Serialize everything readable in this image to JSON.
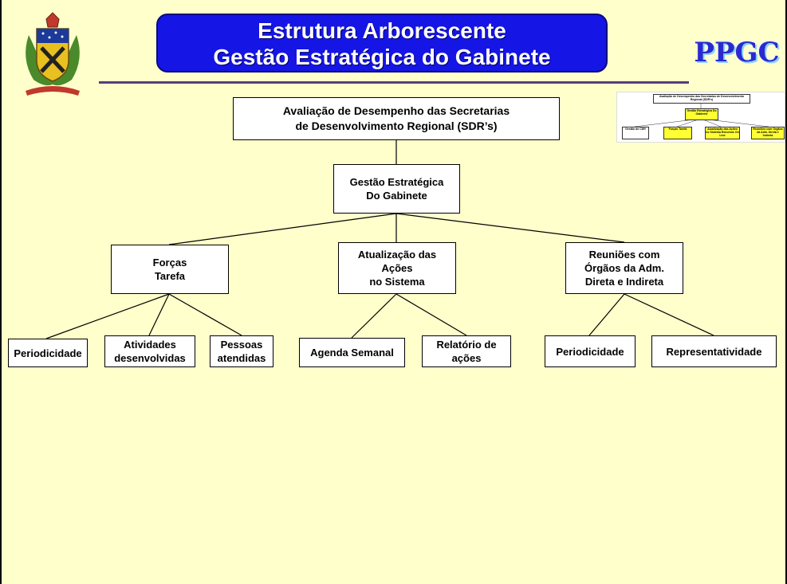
{
  "title": {
    "line1": "Estrutura Arborescente",
    "line2": "Gestão Estratégica do Gabinete"
  },
  "logos": {
    "left": "university-crest",
    "right_text": "PPGC"
  },
  "colors": {
    "background": "#ffffcc",
    "banner": "#1515e6",
    "rule": "#5a3d7a",
    "node_fill": "#ffffff",
    "thumb_highlight": "#ffff33"
  },
  "tree": {
    "root": "Avaliação de Desempenho das Secretarias\nde Desenvolvimento Regional (SDR’s)",
    "level1": "Gestão Estratégica\nDo Gabinete",
    "branches": [
      {
        "label": "Forças\nTarefa",
        "children": [
          "Periodicidade",
          "Atividades\ndesenvolvidas",
          "Pessoas\natendidas"
        ]
      },
      {
        "label": "Atualização das\nAções\nno Sistema",
        "children": [
          "Agenda Semanal",
          "Relatório de\nações"
        ]
      },
      {
        "label": "Reuniões com\nÓrgãos da Adm.\nDireta e Indireta",
        "children": [
          "Periodicidade",
          "Representatividade"
        ]
      }
    ]
  },
  "thumbnail": {
    "root": "Avaliação de Desempenho das Secretarias de Desenvolvimento Regional (SDR’s)",
    "mid": "Gestão Estratégica Do Gabinete",
    "items": [
      "Gestão do CDR",
      "Forças Tarefa",
      "Atualização das Ações no Sistema Recursos On Line",
      "Reuniões com Órgãos da Adm. Direta e Indireta"
    ]
  }
}
